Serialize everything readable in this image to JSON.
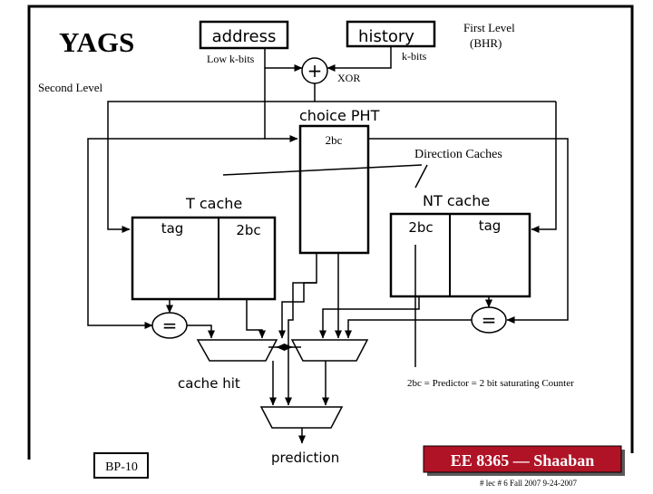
{
  "slide": {
    "title": "YAGS",
    "slide_number": "BP-10",
    "footer_logo": "EE 8365 — Shaaban",
    "footer_info": "#  lec # 6   Fall 2007   9-24-2007"
  },
  "labels": {
    "first_level_line1": "First Level",
    "first_level_line2": "(BHR)",
    "second_level": "Second Level",
    "address": "address",
    "history": "history",
    "low_k_bits": "Low k-bits",
    "k_bits": "k-bits",
    "xor_symbol": "+",
    "xor": "XOR",
    "choice_pht": "choice PHT",
    "choice_2bc": "2bc",
    "direction_caches": "Direction Caches",
    "t_cache": "T cache",
    "nt_cache": "NT cache",
    "tag": "tag",
    "bc": "2bc",
    "equals": "=",
    "cache_hit": "cache hit",
    "prediction": "prediction",
    "legend_note": "2bc = Predictor = 2 bit saturating Counter"
  },
  "colors": {
    "ink": "#000000",
    "background": "#ffffff",
    "footer_logo_bg": "#b01226",
    "footer_logo_fg": "#ffffff"
  }
}
